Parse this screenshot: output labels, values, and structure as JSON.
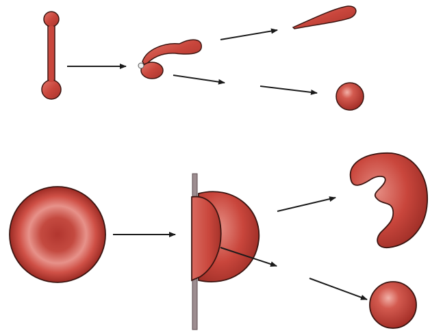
{
  "colors": {
    "cell_fill": "#c9463c",
    "cell_dark": "#8f2a24",
    "cell_light": "#e8a39a",
    "outline": "#3a1410",
    "strand": "#8a7a7e",
    "arrow": "#1a1a1a",
    "background": "#ffffff"
  },
  "diagram": {
    "row1": {
      "stages": [
        "dumbbell-cell",
        "fragmenting-cell",
        "elongated-fragment",
        "spherocyte-fragment"
      ]
    },
    "row2": {
      "stages": [
        "normal-erythrocyte",
        "cell-cut-by-fibrin-strand",
        "helmet-cell-fragment",
        "microspherocyte"
      ]
    }
  }
}
